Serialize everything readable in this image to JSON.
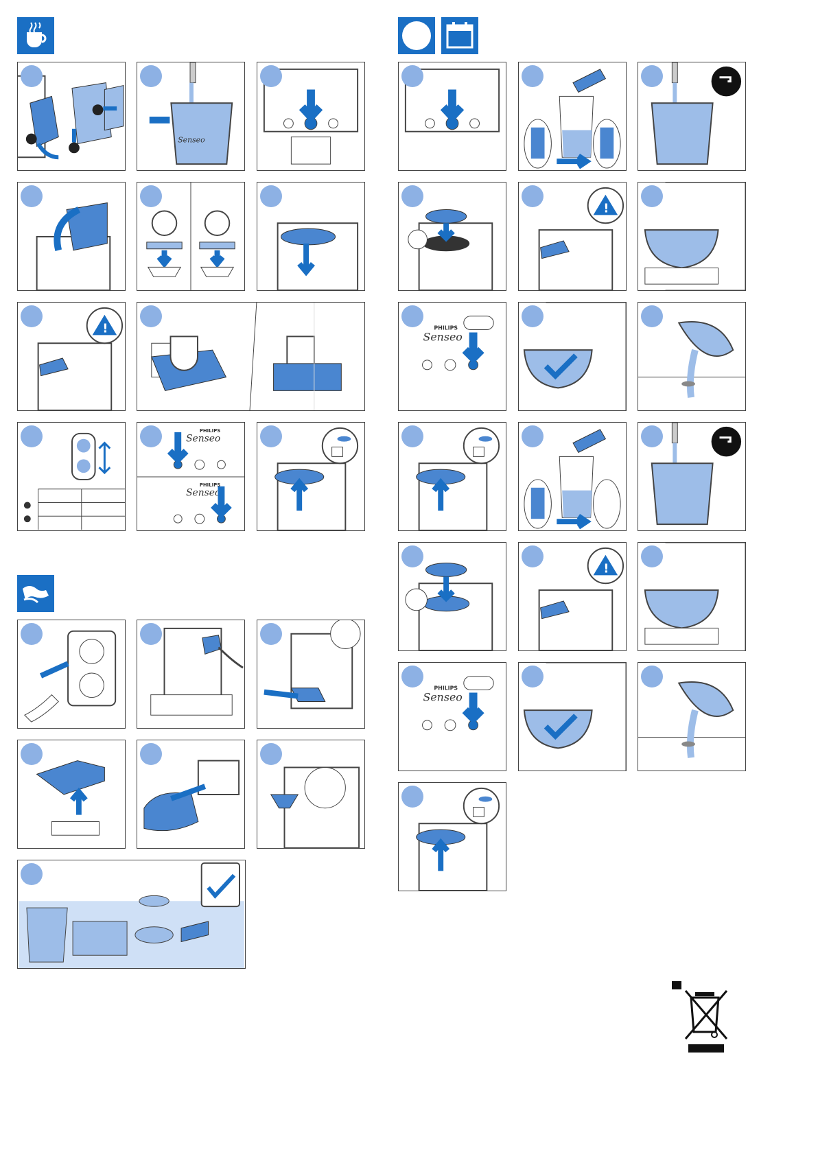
{
  "labels": {
    "philips": "PHILIPS",
    "senseo": "Senseo",
    "philips_small": "PHILIPS"
  },
  "icons": {
    "section_brew": "coffee-cup-steam-icon",
    "section_clean": "hand-cleaning-icon",
    "section_descale": "calendar-icon",
    "warning": "warning-triangle-icon",
    "tap": "water-tap-icon",
    "recycle": "crossed-out-bin-icon"
  },
  "colors": {
    "accent": "#1a6fc4",
    "light_blue": "#8db1e4",
    "water": "#9dbde8",
    "outline": "#444444"
  }
}
